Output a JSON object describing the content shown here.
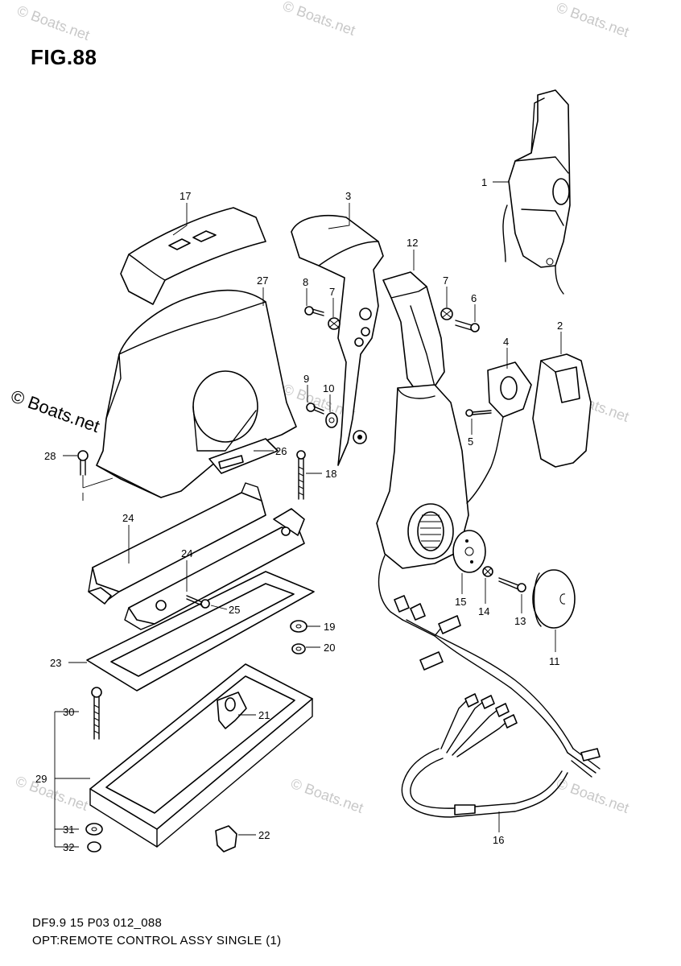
{
  "figure_title": "FIG.88",
  "footer": {
    "line1": "DF9.9 15 P03 012_088",
    "line2": "OPT:REMOTE CONTROL ASSY SINGLE (1)"
  },
  "watermark": "© Boats.net",
  "callouts": [
    {
      "id": "c1",
      "label": "1"
    },
    {
      "id": "c2",
      "label": "2"
    },
    {
      "id": "c3",
      "label": "3"
    },
    {
      "id": "c4",
      "label": "4"
    },
    {
      "id": "c5",
      "label": "5"
    },
    {
      "id": "c6",
      "label": "6"
    },
    {
      "id": "c7a",
      "label": "7"
    },
    {
      "id": "c7b",
      "label": "7"
    },
    {
      "id": "c8",
      "label": "8"
    },
    {
      "id": "c9",
      "label": "9"
    },
    {
      "id": "c10",
      "label": "10"
    },
    {
      "id": "c11",
      "label": "11"
    },
    {
      "id": "c12",
      "label": "12"
    },
    {
      "id": "c13",
      "label": "13"
    },
    {
      "id": "c14",
      "label": "14"
    },
    {
      "id": "c15",
      "label": "15"
    },
    {
      "id": "c16",
      "label": "16"
    },
    {
      "id": "c17",
      "label": "17"
    },
    {
      "id": "c18",
      "label": "18"
    },
    {
      "id": "c19",
      "label": "19"
    },
    {
      "id": "c20",
      "label": "20"
    },
    {
      "id": "c21",
      "label": "21"
    },
    {
      "id": "c22",
      "label": "22"
    },
    {
      "id": "c23",
      "label": "23"
    },
    {
      "id": "c24a",
      "label": "24"
    },
    {
      "id": "c24b",
      "label": "24"
    },
    {
      "id": "c25",
      "label": "25"
    },
    {
      "id": "c26",
      "label": "26"
    },
    {
      "id": "c27",
      "label": "27"
    },
    {
      "id": "c28",
      "label": "28"
    },
    {
      "id": "c29",
      "label": "29"
    },
    {
      "id": "c30",
      "label": "30"
    },
    {
      "id": "c31",
      "label": "31"
    },
    {
      "id": "c32",
      "label": "32"
    }
  ]
}
